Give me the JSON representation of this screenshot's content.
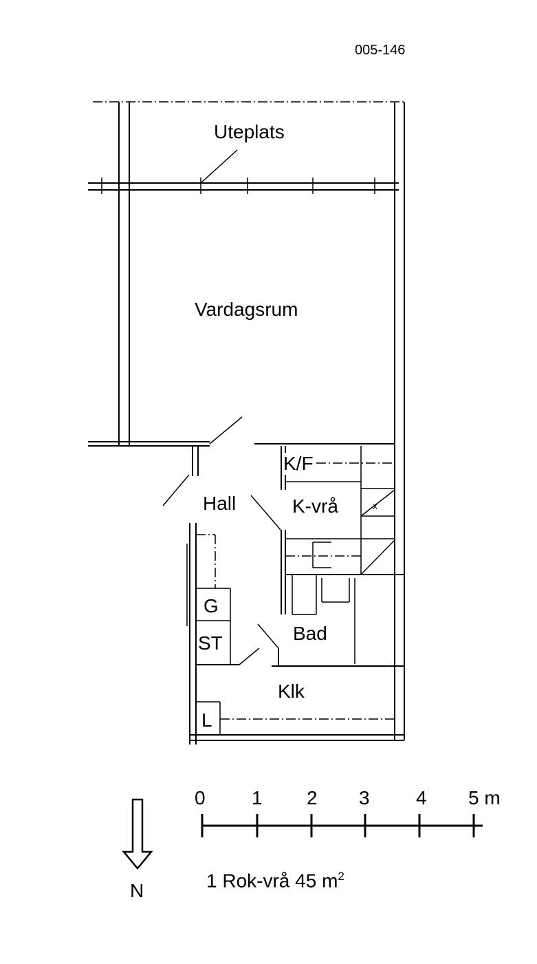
{
  "drawing_number": "005-146",
  "rooms": {
    "uteplats": "Uteplats",
    "vardagsrum": "Vardagsrum",
    "hall": "Hall",
    "kf": "K/F",
    "kvra": "K-vrå",
    "g": "G",
    "st": "ST",
    "bad": "Bad",
    "klk": "Klk",
    "l": "L"
  },
  "scale": {
    "ticks": [
      "0",
      "1",
      "2",
      "3",
      "4",
      "5 m"
    ]
  },
  "north_label": "N",
  "summary": {
    "text": "1 Rok-vrå 45 m",
    "superscript": "2"
  }
}
